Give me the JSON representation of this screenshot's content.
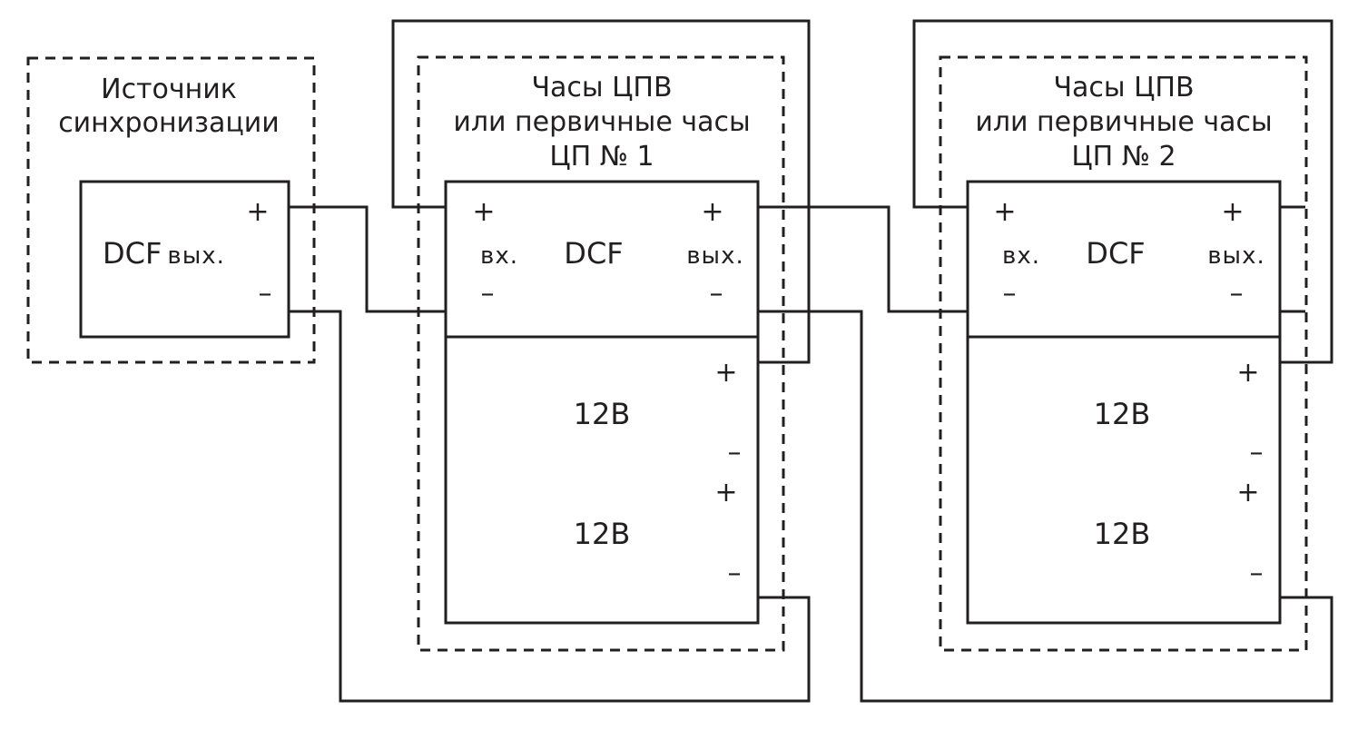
{
  "colors": {
    "ink": "#231f20",
    "background": "#ffffff"
  },
  "source": {
    "title_lines": [
      "Источник",
      "синхронизации"
    ],
    "module": {
      "label_main": "DCF",
      "label_suffix": "вых.",
      "plus": "+",
      "minus": "–"
    }
  },
  "clocks": [
    {
      "title_lines": [
        "Часы ЦПВ",
        "или первичные часы",
        "ЦП № 1"
      ],
      "dcf": {
        "label": "DCF",
        "in_label": "вх.",
        "out_label": "вых.",
        "plus": "+",
        "minus": "–"
      },
      "power": [
        {
          "label": "12В",
          "plus": "+",
          "minus": "–"
        },
        {
          "label": "12В",
          "plus": "+",
          "minus": "–"
        }
      ]
    },
    {
      "title_lines": [
        "Часы ЦПВ",
        "или первичные часы",
        "ЦП № 2"
      ],
      "dcf": {
        "label": "DCF",
        "in_label": "вх.",
        "out_label": "вых.",
        "plus": "+",
        "minus": "–"
      },
      "power": [
        {
          "label": "12В",
          "plus": "+",
          "minus": "–"
        },
        {
          "label": "12В",
          "plus": "+",
          "minus": "–"
        }
      ]
    }
  ]
}
